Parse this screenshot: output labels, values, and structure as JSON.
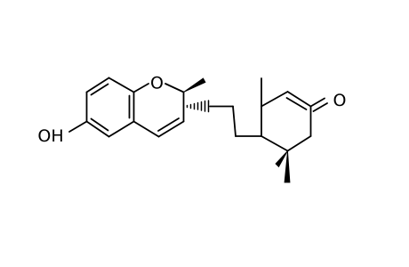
{
  "molecule": {
    "atoms": [
      {
        "id": "ring-oxygen",
        "symbol": "O"
      },
      {
        "id": "ketone-oxygen",
        "symbol": "O"
      },
      {
        "id": "hydroxyl",
        "symbol": "OH"
      }
    ]
  },
  "colors": {
    "bond": "#000000",
    "background": "#ffffff"
  }
}
